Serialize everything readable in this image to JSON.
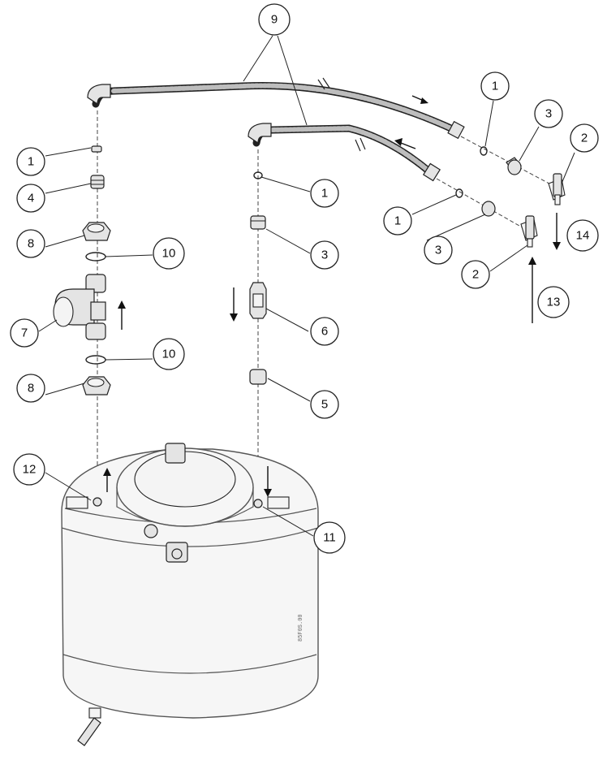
{
  "callouts": {
    "c9": "9",
    "c1_topright": "1",
    "c3_topright": "3",
    "c2_topright": "2",
    "c1_left_top": "1",
    "c1_mid": "1",
    "c1_right_lower": "1",
    "c14": "14",
    "c4": "4",
    "c3_right_lower": "3",
    "c8_top": "8",
    "c10_top": "10",
    "c3_mid": "3",
    "c2_right_lower": "2",
    "c13": "13",
    "c7": "7",
    "c6": "6",
    "c10_bottom": "10",
    "c8_bottom": "8",
    "c5": "5",
    "c12": "12",
    "c11": "11"
  },
  "tank_stamp": "85F0S.00"
}
